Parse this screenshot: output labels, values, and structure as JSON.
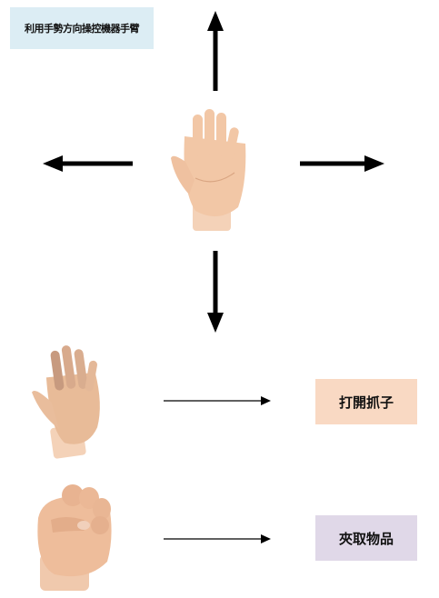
{
  "title": "利用手勢方向操控機器手臂",
  "gestures": [
    {
      "hand": "open-palm",
      "action": "打開抓子",
      "color": "#f9d9c3"
    },
    {
      "hand": "closed-fist",
      "action": "夾取物品",
      "color": "#e0d8e8"
    }
  ],
  "direction_arrows": [
    "up",
    "left",
    "right",
    "down"
  ],
  "colors": {
    "title_bg": "#dcedf4",
    "skin": "#f2c7a6",
    "skin_shadow": "#d9a582",
    "arrow": "#000000"
  }
}
